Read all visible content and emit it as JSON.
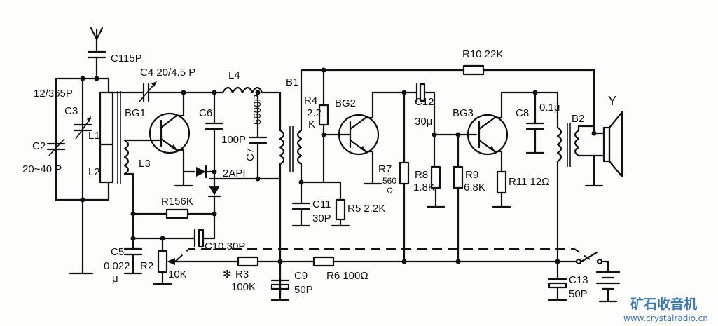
{
  "labels": {
    "c1": "C115P",
    "c2": "C2",
    "c2_val": "20~40 P",
    "c3": "C3",
    "c3_val": "12/365P",
    "c4": "C4 20/4.5 P",
    "l1": "L1",
    "l2": "L2",
    "l3": "L3",
    "l4": "L4",
    "bg1": "BG1",
    "c6": "C6",
    "c6_val": "100P",
    "c7": "C7",
    "c7_val": "5600P",
    "d": "2API",
    "r1": "R156K",
    "c10": "C10 30P",
    "c5": "C5",
    "c5_val": "0.022",
    "c5_unit": "μ",
    "r2": "R2",
    "r2_val": "10K",
    "r3": "R3",
    "r3_val": "100K",
    "r3_mark": "✻",
    "c9": "C9",
    "c9_val": "50P",
    "b1": "B1",
    "r4": "R4",
    "r4_val1": "2.2",
    "r4_val2": "K",
    "bg2": "BG2",
    "c11": "C11",
    "c11_val": "30P",
    "r5": "R5 2.2K",
    "r6": "R6 100Ω",
    "r7": "R7",
    "r7_val1": "560",
    "r7_val2": "Ω",
    "c12": "C12",
    "c12_val": "30μ",
    "r8": "R8",
    "r8_val": "1.8K",
    "r9": "R9",
    "r9_val": "6.8K",
    "bg3": "BG3",
    "c8": "C8",
    "c8_val": "0.1μ",
    "r11": "R11 12Ω",
    "r10": "R10 22K",
    "b2": "B2",
    "y": "Y",
    "c13": "C13",
    "c13_val": "50P"
  },
  "watermark": {
    "title": "矿石收音机",
    "url": "www.crystalradio.cn"
  }
}
